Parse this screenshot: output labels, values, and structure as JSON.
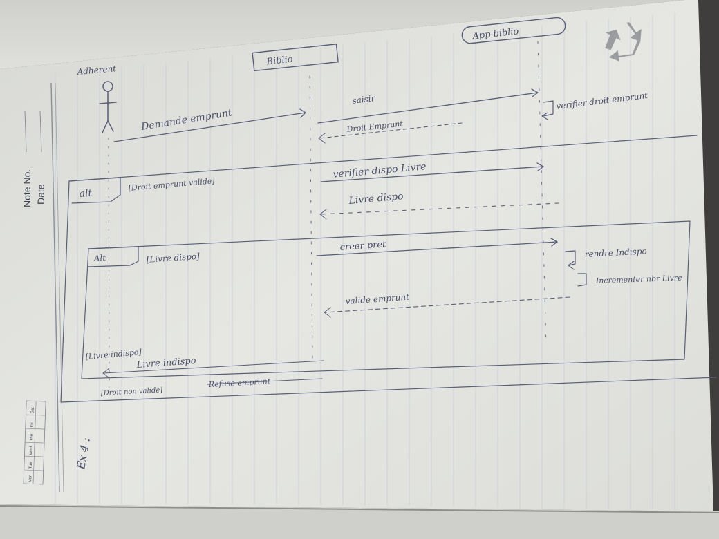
{
  "header": {
    "note_no_label": "Note No.",
    "date_label": "Date"
  },
  "participants": {
    "actor": "Adherent",
    "bibliotheque": "Biblio",
    "application": "App biblio"
  },
  "messages": {
    "demande_emprunt": "Demande emprunt",
    "saisir": "saisir",
    "droit_emprunt": "Droit Emprunt",
    "verifier_droit": "verifier droit emprunt",
    "verifier_dispo": "verifier dispo Livre",
    "livre_dispo": "Livre dispo",
    "creer_pret": "creer pret",
    "rendre_indispo": "rendre Indispo",
    "incrementer": "Incrementer nbr Livre",
    "valide_emprunt": "valide emprunt",
    "livre_indispo": "Livre indispo",
    "refuse_emprunt": "Refuse emprunt"
  },
  "fragments": {
    "outer_operator": "alt",
    "outer_guard": "[Droit emprunt valide]",
    "inner_operator": "Alt",
    "inner_guard": "[Livre dispo]",
    "inner_else_guard": "[Livre indispo]",
    "outer_else_guard": "[Droit non valide]"
  },
  "margin_note": "Ex 4 :",
  "calendar": {
    "row1": [
      "Mon",
      "Tue",
      "Wed"
    ],
    "row2": [
      "Thu",
      "Fri",
      "Sat"
    ]
  },
  "icons": [
    "recycle-icon",
    "actor-stick-figure-icon"
  ],
  "colors": {
    "paper": "#e9eae6",
    "pencil": "#4a4f68",
    "rule_line": "#c7ccd4",
    "margin_line": "#8b8f98"
  }
}
